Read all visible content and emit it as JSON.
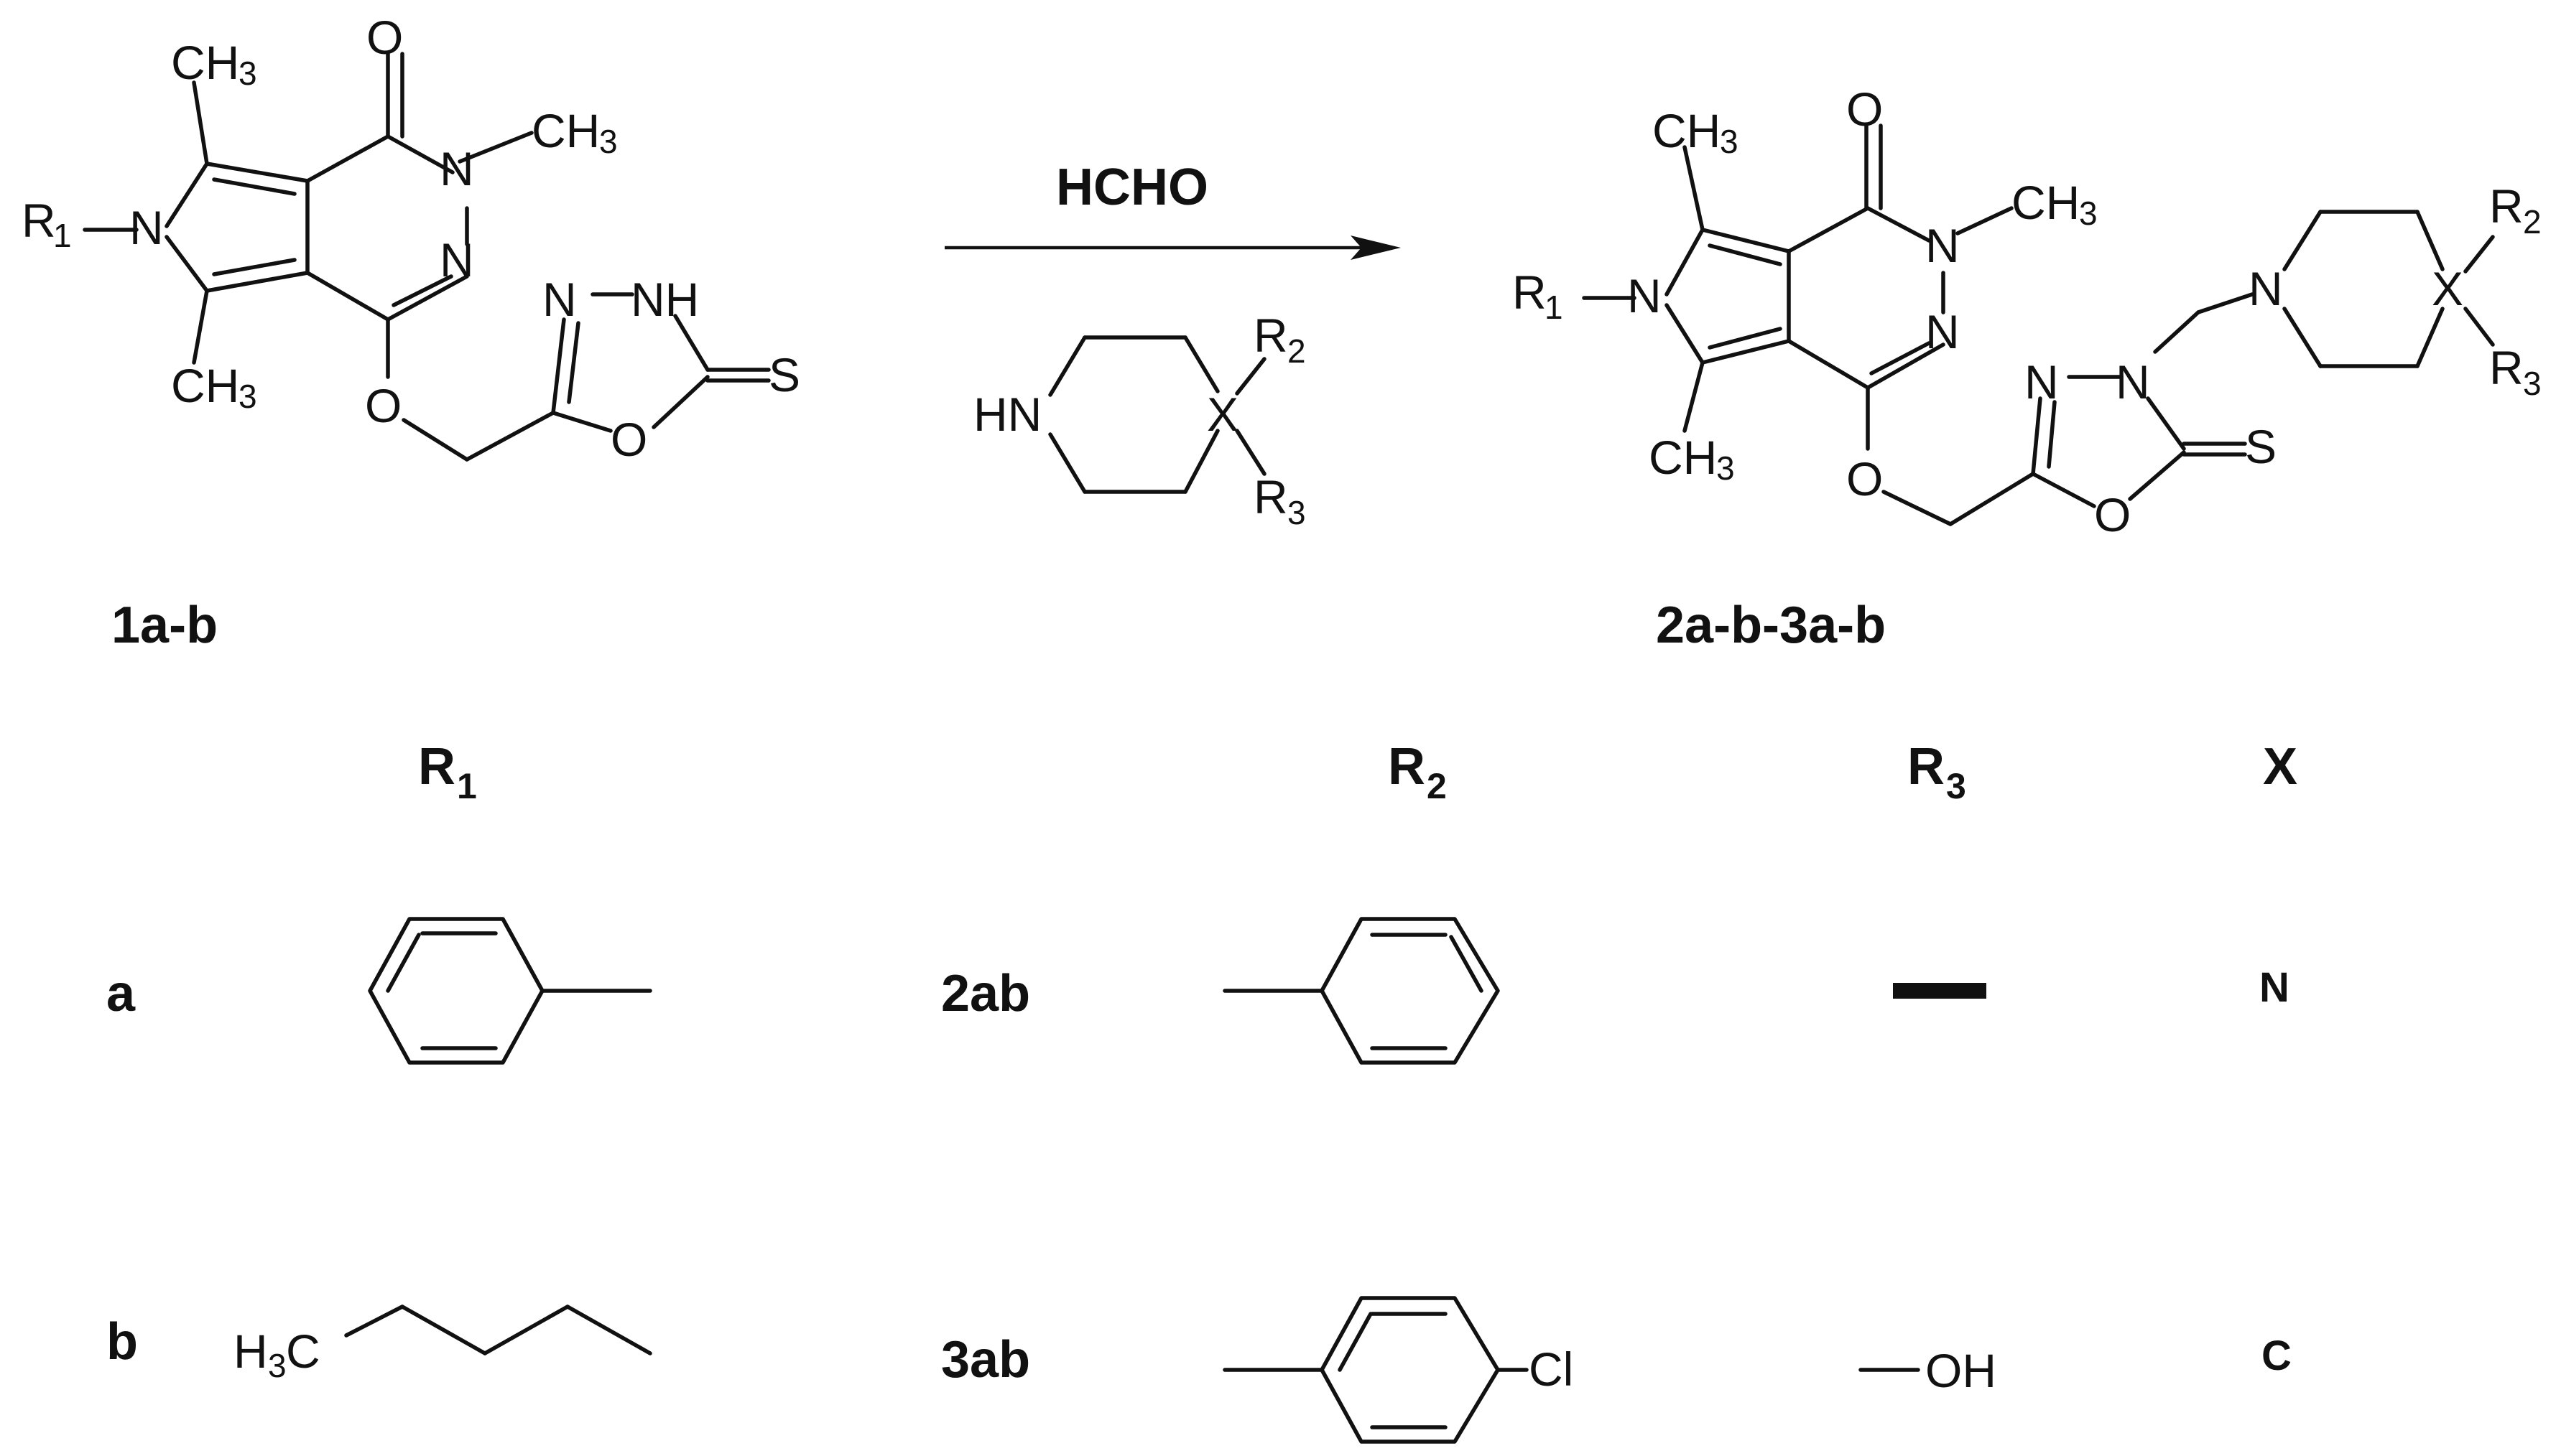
{
  "reaction": {
    "reagent": "HCHO",
    "arrow": "right"
  },
  "compounds": {
    "starting_label": "1a-b",
    "product_label": "2a-b-3a-b"
  },
  "atoms": {
    "ch3": "CH",
    "three": "3",
    "o": "O",
    "n": "N",
    "h": "H",
    "s": "S",
    "nh": "NH",
    "hn": "HN",
    "r": "R",
    "one": "1",
    "two": "2",
    "x": "X",
    "cl": "Cl",
    "oh": "OH",
    "h3c": "H",
    "c": "C"
  },
  "table": {
    "headers": {
      "r1": "R",
      "r1_sub": "1",
      "r2": "R",
      "r2_sub": "2",
      "r3": "R",
      "r3_sub": "3",
      "x": "X"
    },
    "rows": [
      {
        "key": "a",
        "r1": "phenyl",
        "compound": "2ab",
        "r2": "phenyl",
        "r3": "—",
        "x": "N"
      },
      {
        "key": "b",
        "r1": "n-butyl",
        "compound": "3ab",
        "r2": "4-chlorophenyl",
        "r3": "OH",
        "x": "C"
      }
    ]
  }
}
